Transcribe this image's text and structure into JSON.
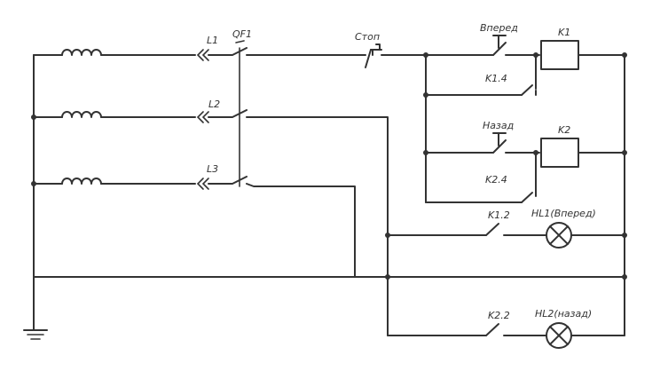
{
  "labels": {
    "l1": "L1",
    "l2": "L2",
    "l3": "L3",
    "qf1": "QF1",
    "stop": "Стоп",
    "forward": "Вперед",
    "k1": "K1",
    "k1_4": "K1.4",
    "back": "Назад",
    "k2": "K2",
    "k2_4": "K2.4",
    "k1_2": "K1.2",
    "hl1": "HL1(Вперед)",
    "k2_2": "K2.2",
    "hl2": "HL2(назад)"
  },
  "colors": {
    "ink": "#333333",
    "background": "#ffffff"
  }
}
